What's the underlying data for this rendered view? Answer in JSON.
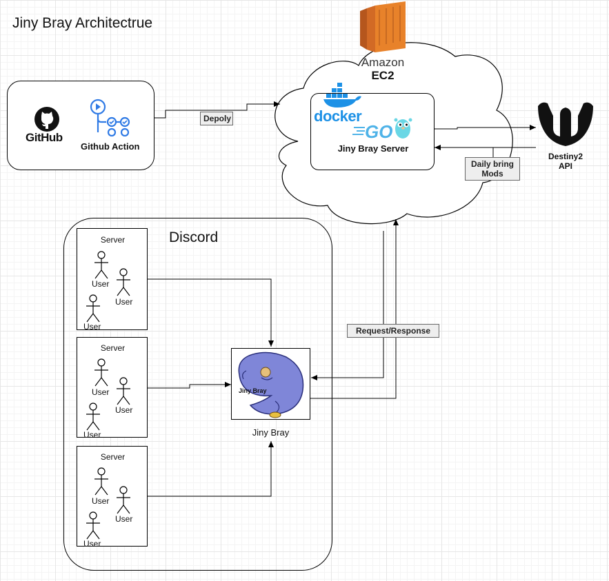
{
  "title": "Jiny Bray Architectrue",
  "github": {
    "logo_text": "GitHub",
    "action_label": "Github Action"
  },
  "deploy_tag": "Depoly",
  "aws": {
    "brand": "Amazon",
    "service": "EC2"
  },
  "server_box": {
    "docker_text": "docker",
    "go_text": "GO",
    "label": "Jiny Bray Server"
  },
  "destiny": {
    "label_line1": "Destiny2",
    "label_line2": "API"
  },
  "mods_tag": {
    "line1": "Daily bring",
    "line2": "Mods"
  },
  "discord": {
    "title": "Discord",
    "servers": [
      {
        "label": "Server",
        "users": [
          "User",
          "User",
          "User"
        ]
      },
      {
        "label": "Server",
        "users": [
          "User",
          "User",
          "User"
        ]
      },
      {
        "label": "Server",
        "users": [
          "User",
          "User",
          "User"
        ]
      }
    ]
  },
  "request_tag": "Request/Response",
  "bot": {
    "image_text": "Jiny Bray",
    "label": "Jiny Bray"
  },
  "colors": {
    "aws_orange": "#e8822a",
    "docker_blue": "#1d91e6",
    "go_blue": "#4fb3e8",
    "bot_purple": "#7f86d8"
  }
}
